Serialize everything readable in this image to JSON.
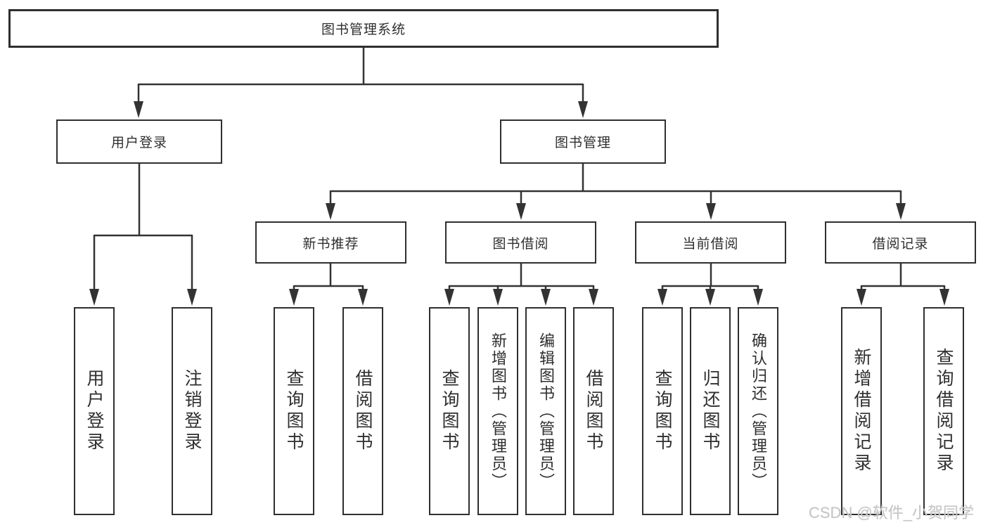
{
  "tree": {
    "label": "图书管理系统",
    "children": [
      {
        "label": "用户登录",
        "children": [
          {
            "label": "用户登录"
          },
          {
            "label": "注销登录"
          }
        ]
      },
      {
        "label": "图书管理",
        "children": [
          {
            "label": "新书推荐",
            "children": [
              {
                "label": "查询图书"
              },
              {
                "label": "借阅图书"
              }
            ]
          },
          {
            "label": "图书借阅",
            "children": [
              {
                "label": "查询图书"
              },
              {
                "label": "新增图书（管理员）"
              },
              {
                "label": "编辑图书（管理员）"
              },
              {
                "label": "借阅图书"
              }
            ]
          },
          {
            "label": "当前借阅",
            "children": [
              {
                "label": "查询图书"
              },
              {
                "label": "归还图书"
              },
              {
                "label": "确认归还（管理员）"
              }
            ]
          },
          {
            "label": "借阅记录",
            "children": [
              {
                "label": "新增借阅记录"
              },
              {
                "label": "查询借阅记录"
              }
            ]
          }
        ]
      }
    ]
  },
  "watermark": {
    "text": "CSDN @软件_小贺同学"
  },
  "colors": {
    "line": "#333333",
    "border": "#2f2f2f",
    "background": "#ffffff",
    "watermark": "#c6c6c6"
  }
}
